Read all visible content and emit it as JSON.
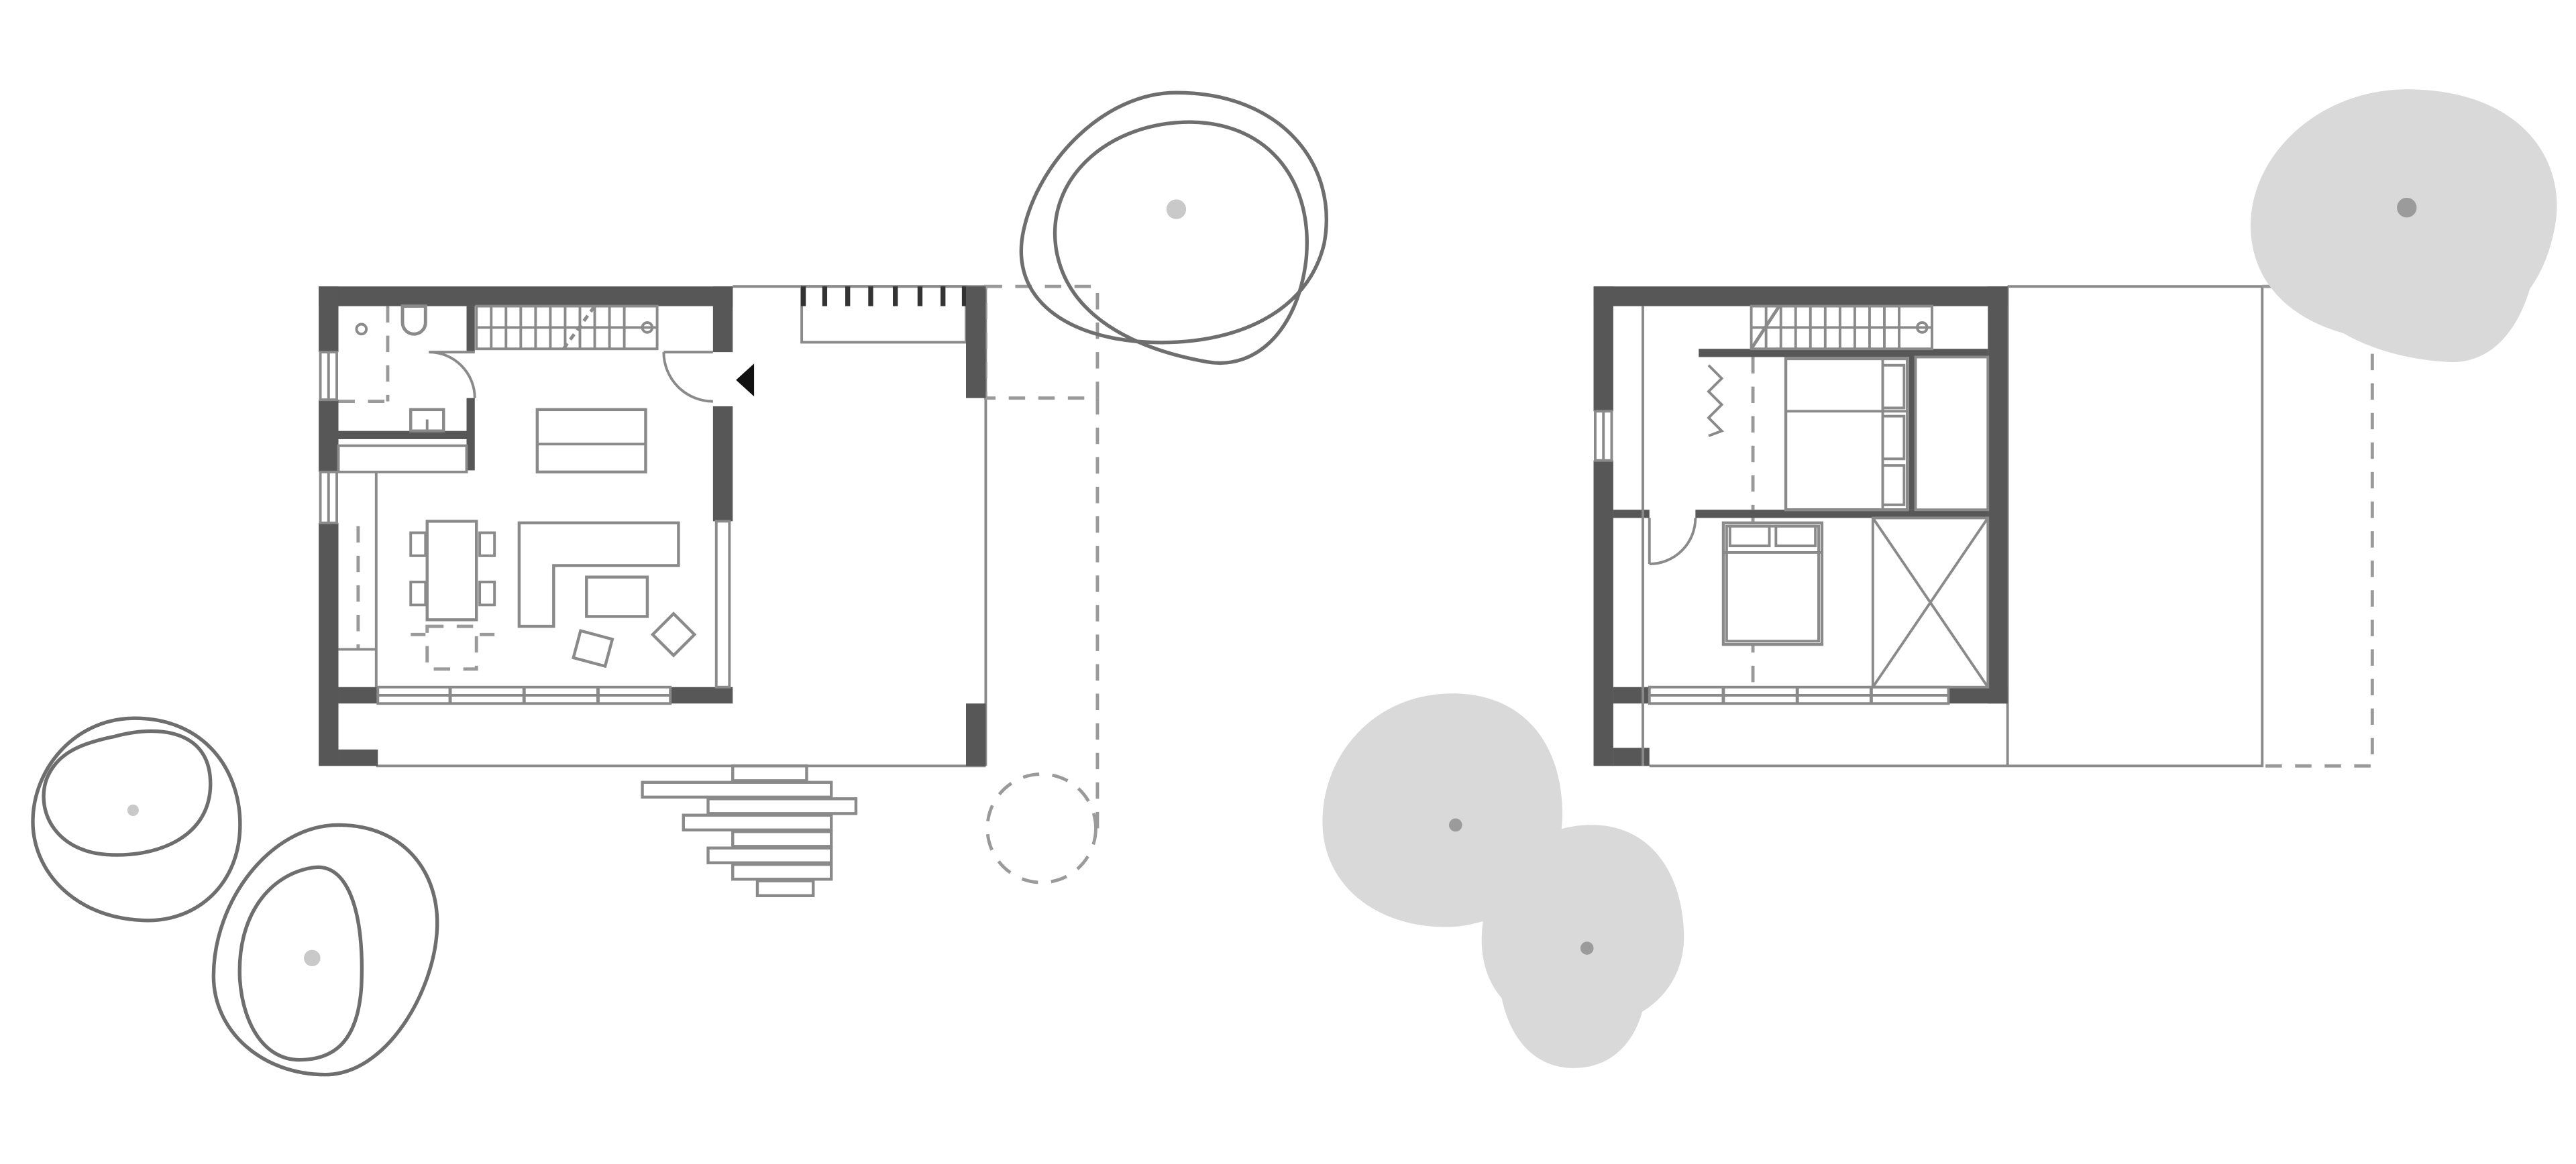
{
  "drawing": {
    "type": "architectural-floor-plans",
    "plans": [
      {
        "id": "ground-floor",
        "rooms": [
          "bathroom",
          "stair",
          "kitchen",
          "living-room",
          "dining-area"
        ]
      },
      {
        "id": "upper-floor",
        "rooms": [
          "stair",
          "bedroom",
          "wardrobe",
          "storage",
          "void"
        ]
      }
    ]
  },
  "colors": {
    "wall": "#575757",
    "line": "#8a8a8a",
    "dash": "#9a9a9a",
    "tree_line": "#6e6e6e",
    "tree_fill": "#d9d9d9",
    "trunk_light": "#c9c9c9",
    "trunk_dark": "#9b9b9b",
    "arrow": "#111111"
  },
  "icons": {
    "entrance": "entrance-arrow-icon"
  }
}
